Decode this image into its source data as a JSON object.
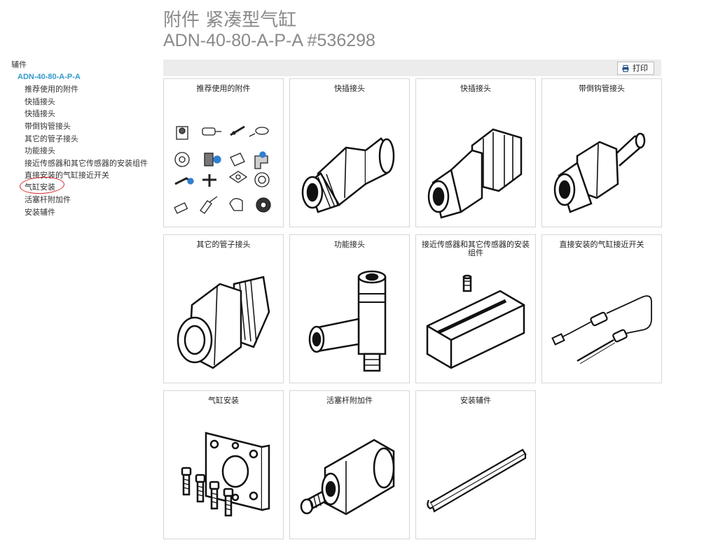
{
  "title": {
    "line1": "附件 紧凑型气缸",
    "line2": "ADN-40-80-A-P-A #536298"
  },
  "sidebar": {
    "root": "辅件",
    "product": "ADN-40-80-A-P-A",
    "items": [
      {
        "label": "推荐使用的附件"
      },
      {
        "label": "快插接头"
      },
      {
        "label": "快插接头"
      },
      {
        "label": "带倒钩管接头"
      },
      {
        "label": "其它的管子接头"
      },
      {
        "label": "功能接头"
      },
      {
        "label": "接近传感器和其它传感器的安装组件"
      },
      {
        "label": "直接安装的气缸接近开关"
      },
      {
        "label": "气缸安装"
      },
      {
        "label": "活塞杆附加件"
      },
      {
        "label": "安装辅件"
      }
    ]
  },
  "toolbar": {
    "print_label": "打印",
    "print_icon": "printer-icon"
  },
  "cards": [
    {
      "label": "推荐使用的附件",
      "icon": "accessories-collage"
    },
    {
      "label": "快插接头",
      "icon": "push-in-fitting"
    },
    {
      "label": "快插接头",
      "icon": "push-in-fitting-union"
    },
    {
      "label": "带倒钩管接头",
      "icon": "barbed-fitting"
    },
    {
      "label": "其它的管子接头",
      "icon": "threaded-fitting"
    },
    {
      "label": "功能接头",
      "icon": "function-fitting"
    },
    {
      "label": "接近传感器和其它传感器的安装组件",
      "icon": "sensor-mounting-kit"
    },
    {
      "label": "直接安装的气缸接近开关",
      "icon": "proximity-switch"
    },
    {
      "label": "气缸安装",
      "icon": "flange-mounting"
    },
    {
      "label": "活塞杆附加件",
      "icon": "rod-clevis"
    },
    {
      "label": "安装辅件",
      "icon": "mounting-rail"
    }
  ],
  "colors": {
    "accent": "#3399cc",
    "annotation": "#d9262a",
    "title": "#8a8a8a"
  }
}
